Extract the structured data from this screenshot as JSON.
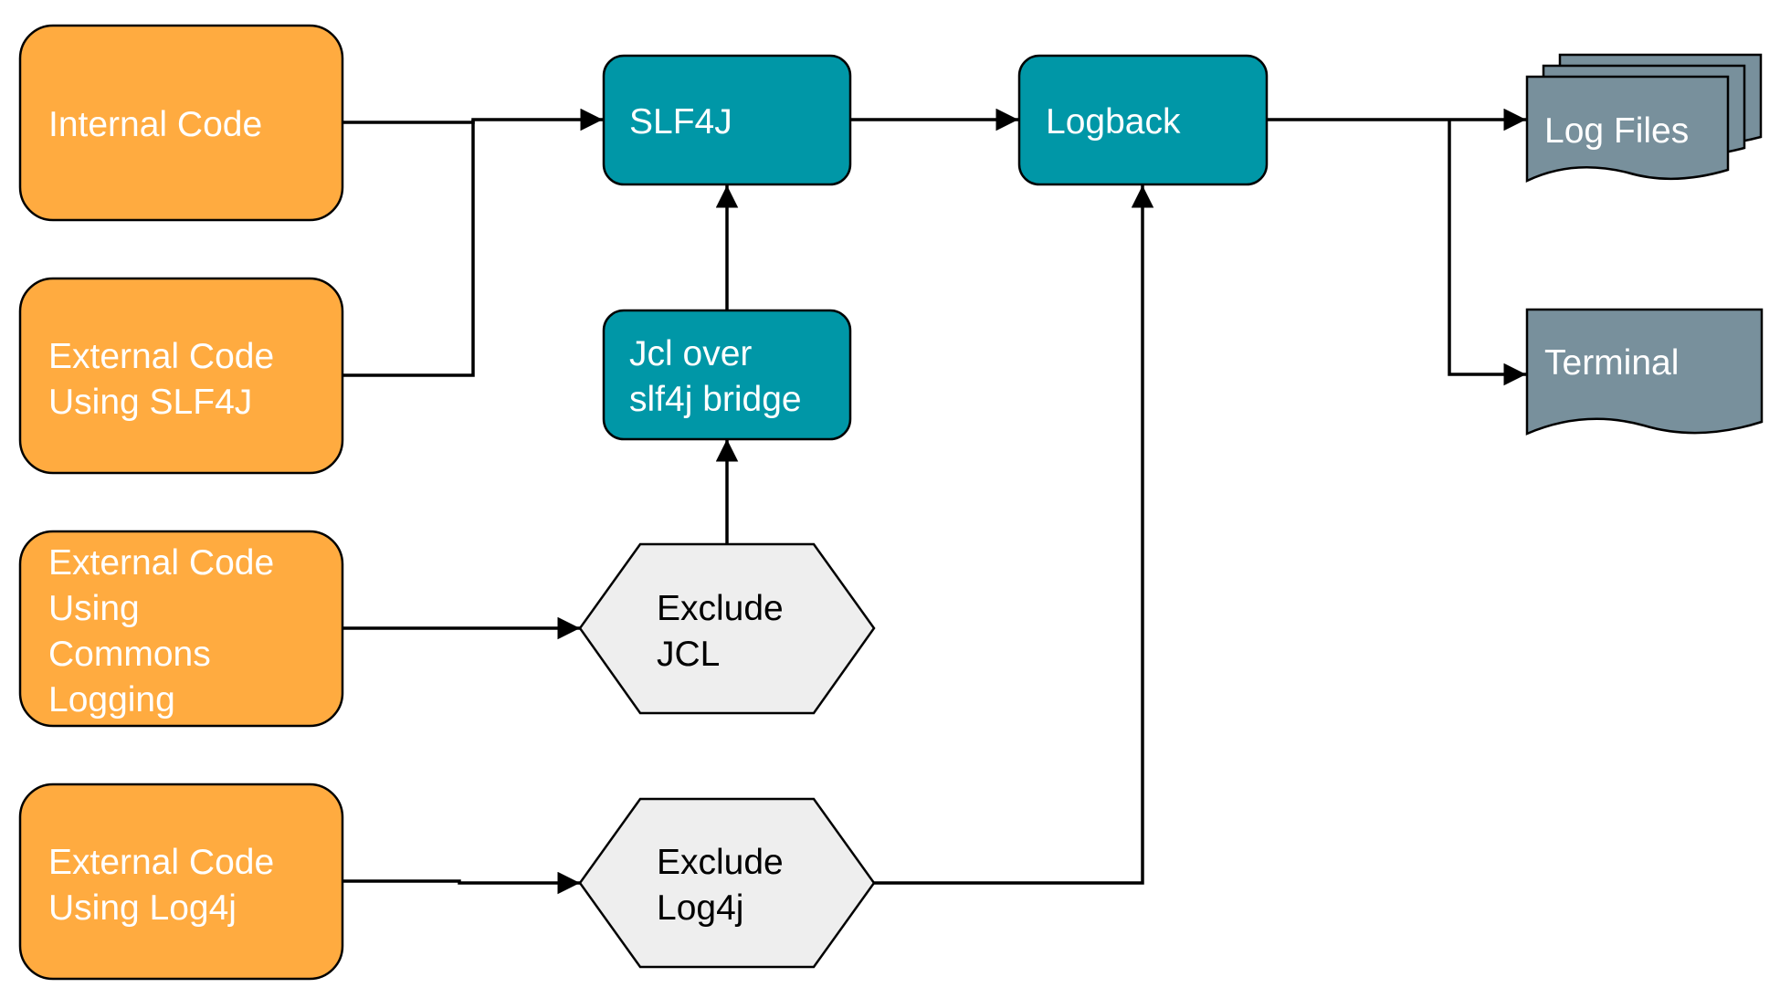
{
  "nodes": {
    "internal_code": {
      "label": "Internal Code"
    },
    "external_slf4j": {
      "label_lines": [
        "External Code",
        "Using SLF4J"
      ]
    },
    "external_commons": {
      "label_lines": [
        "External Code",
        "Using",
        "Commons",
        "Logging"
      ]
    },
    "external_log4j": {
      "label_lines": [
        "External Code",
        "Using Log4j"
      ]
    },
    "slf4j": {
      "label": "SLF4J"
    },
    "jcl_bridge": {
      "label_lines": [
        "Jcl over",
        "slf4j bridge"
      ]
    },
    "exclude_jcl": {
      "label_lines": [
        "Exclude",
        "JCL"
      ]
    },
    "exclude_log4j": {
      "label_lines": [
        "Exclude",
        "Log4j"
      ]
    },
    "logback": {
      "label": "Logback"
    },
    "log_files": {
      "label": "Log Files"
    },
    "terminal": {
      "label": "Terminal"
    }
  },
  "colors": {
    "source_fill": "#ffab40",
    "component_fill": "#0097a7",
    "exclude_fill": "#eeeeee",
    "output_fill": "#78909c",
    "edge": "#000000"
  },
  "edges": [
    {
      "from": "internal_code",
      "to": "slf4j"
    },
    {
      "from": "external_slf4j",
      "to": "slf4j"
    },
    {
      "from": "external_commons",
      "to": "exclude_jcl"
    },
    {
      "from": "exclude_jcl",
      "to": "jcl_bridge"
    },
    {
      "from": "jcl_bridge",
      "to": "slf4j"
    },
    {
      "from": "external_log4j",
      "to": "exclude_log4j"
    },
    {
      "from": "exclude_log4j",
      "to": "logback"
    },
    {
      "from": "slf4j",
      "to": "logback"
    },
    {
      "from": "logback",
      "to": "log_files"
    },
    {
      "from": "logback",
      "to": "terminal"
    }
  ]
}
